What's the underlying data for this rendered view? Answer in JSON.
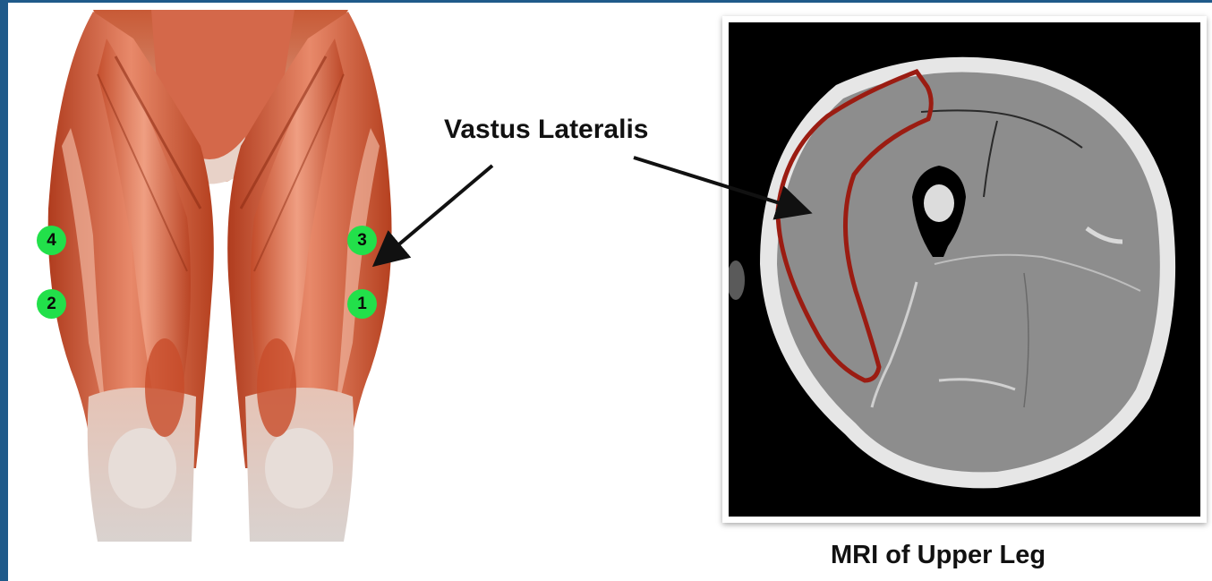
{
  "labels": {
    "muscle": "Vastus Lateralis",
    "caption": "MRI of Upper Leg"
  },
  "markers": [
    "4",
    "3",
    "2",
    "1"
  ],
  "colors": {
    "border_blue": "#1f5a8a",
    "muscle_red": "#c9502f",
    "marker_green": "#22e04a",
    "outline_red": "#8b1a12",
    "mri_black": "#000000"
  }
}
